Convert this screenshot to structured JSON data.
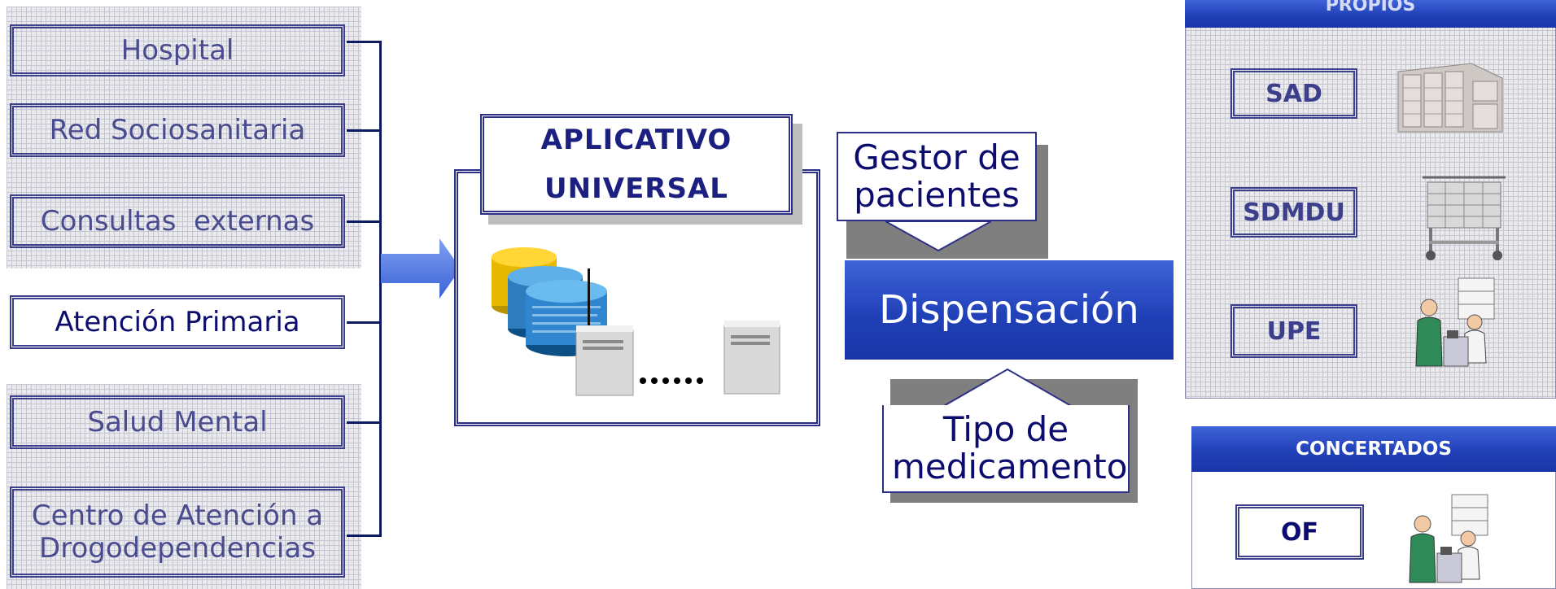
{
  "left_boxes": {
    "hospital": "Hospital",
    "red_sociosanitaria": "Red Sociosanitaria",
    "consultas_externas": "Consultas  externas",
    "atencion_primaria": "Atención Primaria",
    "salud_mental": "Salud Mental",
    "centro_drogodependencias": "Centro de Atención a Drogodependencias"
  },
  "aplicativo": {
    "title": "APLICATIVO UNIVERSAL"
  },
  "gestor": {
    "label": "Gestor de pacientes"
  },
  "dispensacion": {
    "label": "Dispensación"
  },
  "tipo": {
    "label": "Tipo de medicamento"
  },
  "propios": {
    "title": "PROPIOS",
    "items": [
      "SAD",
      "SDMDU",
      "UPE"
    ]
  },
  "concertados": {
    "title": "CONCERTADOS",
    "items": [
      "OF"
    ]
  },
  "colors": {
    "navy": "#0c0c6e",
    "blue_band": "#2244bb",
    "grid_bg": "#e9e9ee",
    "box_text": "#4a4c90"
  }
}
